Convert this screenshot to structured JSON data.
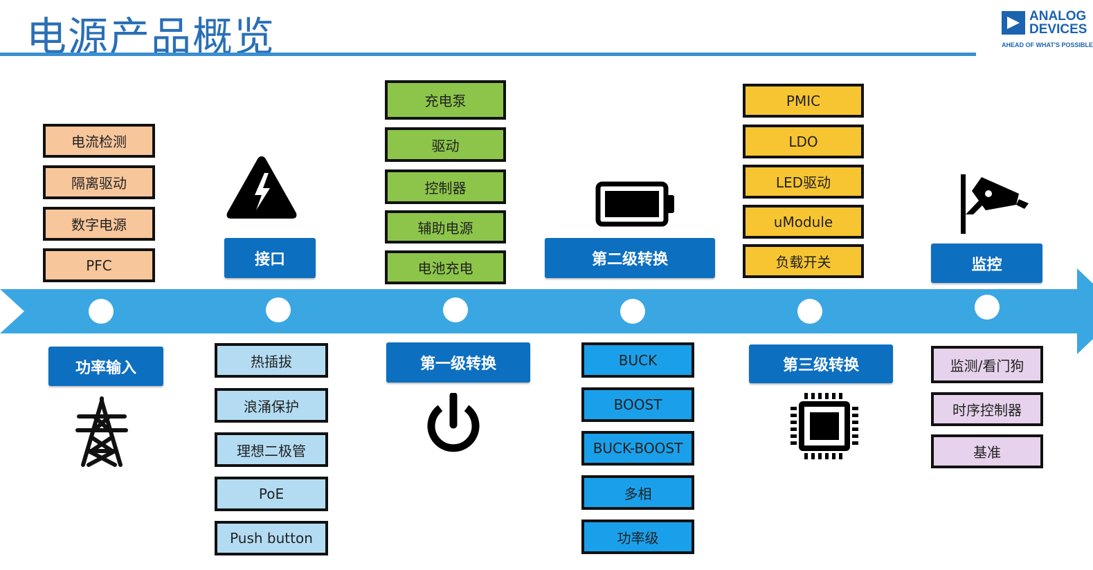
{
  "title": "电源产品概览",
  "logo": {
    "name": "ANALOG\nDEVICES",
    "tagline": "AHEAD OF WHAT'S POSSIBLE"
  },
  "colors": {
    "title": "#2a6fb6",
    "arrow": "#3aa7e3",
    "stage": "#0d6fc0",
    "input": "#f8c69b",
    "first_stage": "#8cc54a",
    "third_stage": "#f7c531",
    "interface": "#b3dcf3",
    "second_stage": "#1aa0ea",
    "monitor": "#e6d2ec"
  },
  "stages": {
    "power_input": "功率输入",
    "interface": "接口",
    "first": "第一级转换",
    "second": "第二级转换",
    "third": "第三级转换",
    "monitor": "监控"
  },
  "groups": {
    "power_input": [
      "电流检测",
      "隔离驱动",
      "数字电源",
      "PFC"
    ],
    "first": [
      "充电泵",
      "驱动",
      "控制器",
      "辅助电源",
      "电池充电"
    ],
    "third": [
      "PMIC",
      "LDO",
      "LED驱动",
      "uModule",
      "负载开关"
    ],
    "interface": [
      "热插拔",
      "浪涌保护",
      "理想二极管",
      "PoE",
      "Push button"
    ],
    "second": [
      "BUCK",
      "BOOST",
      "BUCK-BOOST",
      "多相",
      "功率级"
    ],
    "monitor": [
      "监测/看门狗",
      "时序控制器",
      "基准"
    ]
  },
  "icons": {
    "power_input": "power-tower-icon",
    "interface": "high-voltage-warning-icon",
    "first": "power-button-icon",
    "second": "battery-icon",
    "third": "chip-icon",
    "monitor": "security-camera-icon"
  }
}
